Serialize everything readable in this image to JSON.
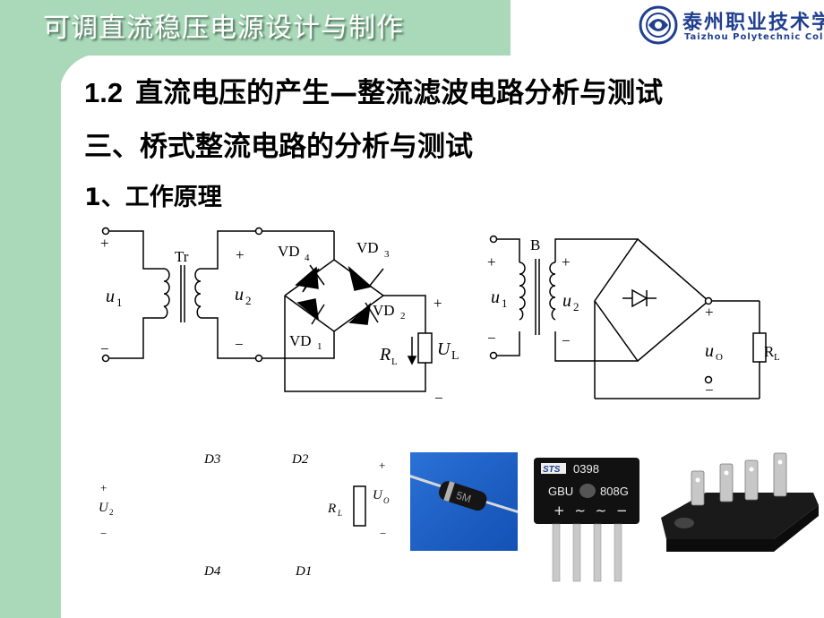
{
  "header": {
    "course_title": "可调直流稳压电源设计与制作",
    "logo_name": "泰州职业技术学院",
    "logo_english": "Taizhou Polytechnic College"
  },
  "content": {
    "section_number": "1.2",
    "section_title": "直流电压的产生—整流滤波电路分析与测试",
    "subsection_title": "三、桥式整流电路的分析与测试",
    "item_title": "1、工作原理"
  },
  "circuit1": {
    "plus_in": "+",
    "minus_in": "−",
    "u1": "u",
    "u1_sub": "1",
    "tr": "Tr",
    "plus_u2": "+",
    "minus_u2": "−",
    "u2": "u",
    "u2_sub": "2",
    "vd4": "VD",
    "vd4_sub": "4",
    "vd3": "VD",
    "vd3_sub": "3",
    "vd1": "VD",
    "vd1_sub": "1",
    "vd2": "VD",
    "vd2_sub": "2",
    "plus_out": "+",
    "minus_out": "−",
    "rl": "R",
    "rl_sub": "L",
    "ul": "U",
    "ul_sub": "L"
  },
  "circuit2": {
    "b": "B",
    "plus_in": "+",
    "minus_in": "−",
    "u1": "u",
    "u1_sub": "1",
    "plus_u2": "+",
    "minus_u2": "−",
    "u2": "u",
    "u2_sub": "2",
    "plus_out": "+",
    "minus_out": "−",
    "uo": "u",
    "uo_sub": "O",
    "rl": "R",
    "rl_sub": "L"
  },
  "circuit3": {
    "d3": "D3",
    "d2": "D2",
    "d4": "D4",
    "d1": "D1",
    "plus_u2": "+",
    "minus_u2": "−",
    "u2": "U",
    "u2_sub": "2",
    "rl": "R",
    "rl_sub": "L",
    "plus_uo": "+",
    "minus_uo": "−",
    "uo": "U",
    "uo_sub": "O"
  },
  "photos": {
    "diode_marking": "5M",
    "bridge_brand": "STS",
    "bridge_code": "0398",
    "bridge_model_left": "GBU",
    "bridge_model_right": "808G",
    "bridge_pins": "+ ∼ ∼ −"
  },
  "colors": {
    "header_green": "#a9d9b9",
    "logo_blue": "#1f3f8f",
    "photo_blue_bg": "#1a5fc8"
  }
}
